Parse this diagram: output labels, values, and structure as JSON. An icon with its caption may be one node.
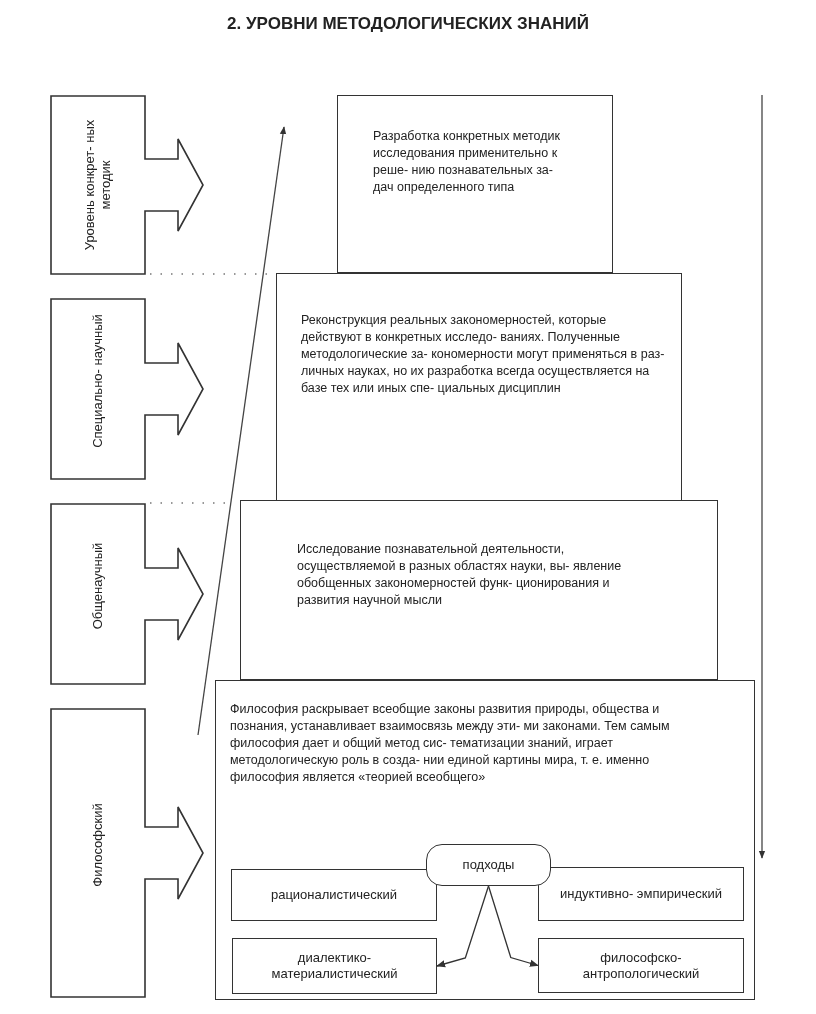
{
  "diagram": {
    "title": "2. УРОВНИ МЕТОДОЛОГИЧЕСКИХ ЗНАНИЙ",
    "nodes": [
      {
        "text": [
          "Уровень конкрет- ных методик"
        ]
      },
      {
        "text": [
          "Разработка конкретных методик исследования применительно к реше- нию познавательных за- дач определенного типа"
        ]
      },
      {
        "text": [
          "Специально- научный"
        ]
      },
      {
        "text": [
          "Реконструкция реальных закономерностей, которые действуют в конкретных исследо- ваниях. Полученные методологические за- кономерности могут применяться в раз- личных науках, но их разработка всегда осуществляется на базе тех или иных спе- циальных дисциплин"
        ]
      },
      {
        "text": [
          "Общенаучный"
        ]
      },
      {
        "text": [
          "Исследование познавательной деятельности, осуществляемой в разных областях науки, вы- явление обобщенных закономерностей функ- ционирования и развития научной мысли"
        ]
      },
      {
        "text": [
          "Философский"
        ]
      },
      {
        "text": [
          "Философия раскрывает всеобщие законы развития природы, общества и познания, устанавливает взаимосвязь между эти- ми законами. Тем самым философия дает и общий метод сис- тематизации знаний, играет методологическую роль в созда- нии единой картины мира, т. е. именно философия является «теорией всеобщего»"
        ]
      },
      {
        "text": [
          "подходы"
        ],
        "in": 7
      },
      {
        "text": [
          "рационалистический"
        ],
        "in": 7
      },
      {
        "text": [
          "индуктивно- эмпирический"
        ],
        "in": 7
      },
      {
        "text": [
          "диалектико- материалистический"
        ],
        "in": 7
      },
      {
        "text": [
          "философско- антропологический"
        ],
        "in": 7
      }
    ],
    "edges": [
      {
        "from": 8,
        "to": 11,
        "arrow": "to"
      },
      {
        "from": 8,
        "to": 12,
        "arrow": "to"
      }
    ]
  }
}
